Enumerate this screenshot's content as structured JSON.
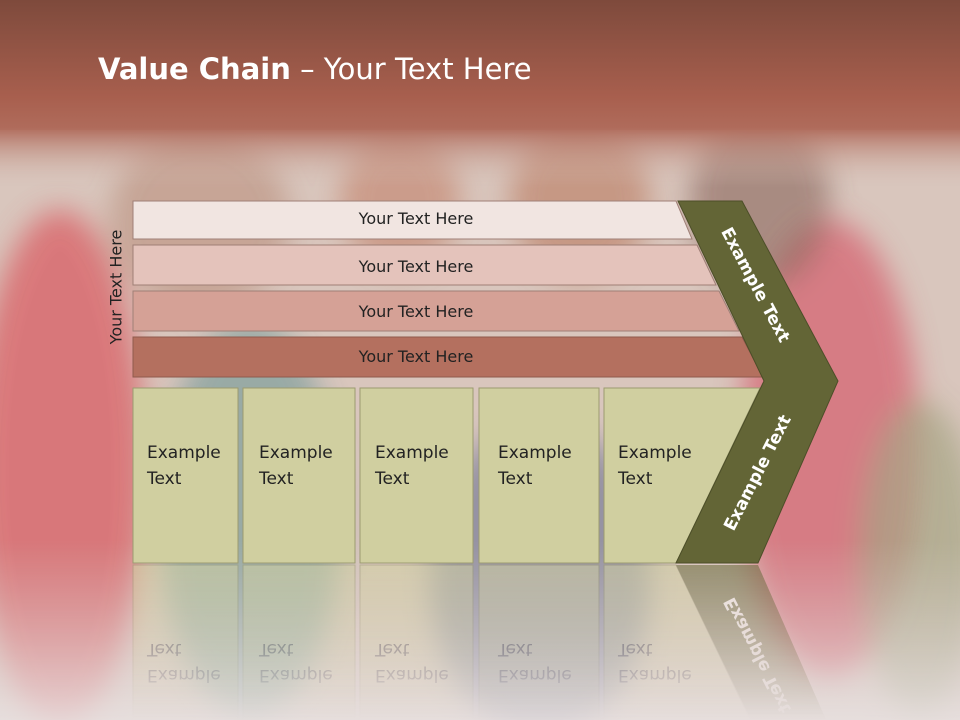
{
  "title": {
    "bold": "Value Chain",
    "rest": " – Your Text Here"
  },
  "side_label": "Your Text Here",
  "bars": [
    {
      "label": "Your Text Here",
      "fill": "#f1e5e1"
    },
    {
      "label": "Your Text Here",
      "fill": "#e4c3bb"
    },
    {
      "label": "Your Text Here",
      "fill": "#d5a196"
    },
    {
      "label": "Your Text Here",
      "fill": "#b4705f"
    }
  ],
  "boxes": [
    {
      "line1": "Example",
      "line2": "Text"
    },
    {
      "line1": "Example",
      "line2": "Text"
    },
    {
      "line1": "Example",
      "line2": "Text"
    },
    {
      "line1": "Example",
      "line2": "Text"
    },
    {
      "line1": "Example",
      "line2": "Text"
    }
  ],
  "chevron_upper": "Example Text",
  "chevron_lower": "Example Text",
  "colors": {
    "header": "#a25d4c",
    "box_fill": "#d0cfa0",
    "chevron_fill": "#636536",
    "text_dark": "#222222"
  }
}
